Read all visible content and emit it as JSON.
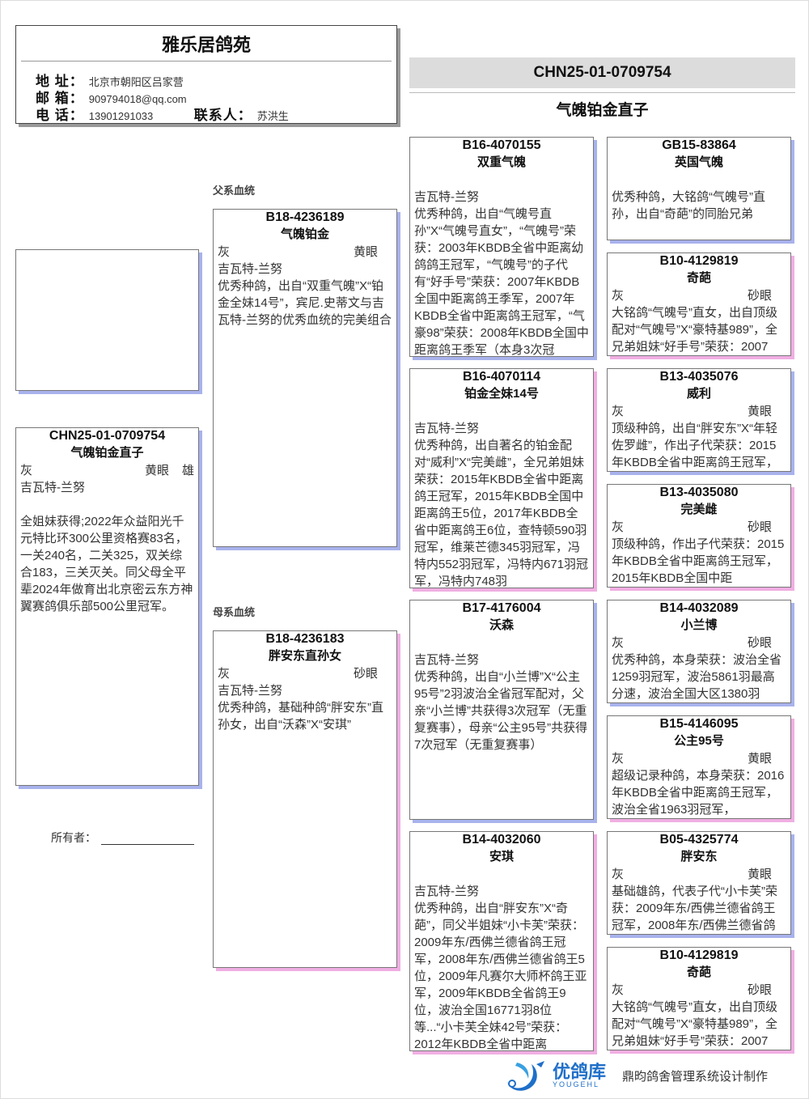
{
  "header": {
    "loft_name": "雅乐居鸽苑",
    "address_label": "地 址：",
    "address": "北京市朝阳区吕家营",
    "email_label": "邮 箱：",
    "email": "909794018@qq.com",
    "phone_label": "电 话：",
    "phone": "13901291033",
    "contact_label": "联系人：",
    "contact": "苏洪生"
  },
  "title": {
    "ring": "CHN25-01-0709754",
    "name": "气魄铂金直子"
  },
  "labels": {
    "sire_line": "父系血统",
    "dam_line": "母系血统",
    "owner": "所有者："
  },
  "subject": {
    "ring": "CHN25-01-0709754",
    "name": "气魄铂金直子",
    "color": "灰",
    "eye": "黄眼",
    "sex": "雄",
    "strain": "吉瓦特-兰努",
    "desc": "全姐妹获得;2022年众益阳光千元特比环300公里资格赛83名，一关240名，二关325，双关综合183，三关灭关。同父母全平辈2024年做育出北京密云东方神翼赛鸽俱乐部500公里冠军。",
    "gender": "male"
  },
  "sire": {
    "ring": "B18-4236189",
    "name": "气魄铂金",
    "color": "灰",
    "eye": "黄眼",
    "strain": "吉瓦特-兰努",
    "desc": "优秀种鸽，出自“双重气魄”X“铂金全妹14号”，宾尼.史蒂文与吉瓦特-兰努的优秀血统的完美组合",
    "gender": "male"
  },
  "dam": {
    "ring": "B18-4236183",
    "name": "胖安东直孙女",
    "color": "灰",
    "eye": "砂眼",
    "strain": "吉瓦特-兰努",
    "desc": "优秀种鸽，基础种鸽“胖安东”直孙女，出自“沃森”X“安琪”",
    "gender": "female"
  },
  "gen3": [
    {
      "ring": "B16-4070155",
      "name": "双重气魄",
      "strain": "吉瓦特-兰努",
      "desc": "优秀种鸽，出自“气魄号直孙”X“气魄号直女”，“气魄号”荣获：2003年KBDB全省中距离幼鸽鸽王冠军，“气魄号”的子代有“好手号”荣获：2007年KBDB全国中距离鸽王季军，2007年KBDB全省中距离鸽王冠军，“气豪98”荣获：2008年KBDB全国中距离鸽王季军（本身3次冠",
      "gender": "male"
    },
    {
      "ring": "B16-4070114",
      "name": "铂金全妹14号",
      "strain": "吉瓦特-兰努",
      "desc": "优秀种鸽，出自著名的铂金配对“威利”X“完美雌”，全兄弟姐妹荣获：2015年KBDB全省中距离鸽王冠军，2015年KBDB全国中距离鸽王5位，2017年KBDB全省中距离鸽王6位，查特顿590羽冠军，维莱芒德345羽冠军，冯特内552羽冠军，冯特内671羽冠军，冯特内748羽",
      "gender": "female"
    },
    {
      "ring": "B17-4176004",
      "name": "沃森",
      "strain": "吉瓦特-兰努",
      "desc": "优秀种鸽，出自“小兰博”X“公主95号”2羽波治全省冠军配对，父亲“小兰博”共获得3次冠军（无重复赛事），母亲“公主95号”共获得7次冠军（无重复赛事）",
      "gender": "male"
    },
    {
      "ring": "B14-4032060",
      "name": "安琪",
      "strain": "吉瓦特-兰努",
      "desc": "优秀种鸽，出自“胖安东”X“奇葩”，同父半姐妹“小卡芙”荣获：2009年东/西佛兰德省鸽王冠军，2008年东/西佛兰德省鸽王5位，2009年凡赛尔大师杯鸽王亚军，2009年KBDB全省鸽王9位，波治全国16771羽8位 等...“小卡芙全妹42号”荣获：2012年KBDB全省中距离",
      "gender": "female"
    }
  ],
  "gen4": [
    {
      "ring": "GB15-83864",
      "name": "英国气魄",
      "color": "",
      "eye": "",
      "desc": "优秀种鸽，大铭鸽“气魄号”直孙，出自“奇葩”的同胎兄弟",
      "gender": "male"
    },
    {
      "ring": "B10-4129819",
      "name": "奇葩",
      "color": "灰",
      "eye": "砂眼",
      "desc": "大铭鸽“气魄号”直女，出自顶级配对“气魄号”X“豪特基989”，全兄弟姐妹“好手号”荣获：2007",
      "gender": "female"
    },
    {
      "ring": "B13-4035076",
      "name": "威利",
      "color": "灰",
      "eye": "黄眼",
      "desc": "顶级种鸽，出自“胖安东”X“年轻佐罗雌”，作出子代荣获：2015年KBDB全省中距离鸽王冠军，",
      "gender": "male"
    },
    {
      "ring": "B13-4035080",
      "name": "完美雌",
      "color": "灰",
      "eye": "砂眼",
      "desc": "顶级种鸽，作出子代荣获：2015年KBDB全省中距离鸽王冠军，2015年KBDB全国中距",
      "gender": "female"
    },
    {
      "ring": "B14-4032089",
      "name": "小兰博",
      "color": "灰",
      "eye": "砂眼",
      "desc": "优秀种鸽，本身荣获：波治全省1259羽冠军，波治5861羽最高分速，波治全国大区1380羽",
      "gender": "male"
    },
    {
      "ring": "B15-4146095",
      "name": "公主95号",
      "color": "灰",
      "eye": "黄眼",
      "desc": "超级记录种鸽，本身荣获：2016年KBDB全省中距离鸽王冠军，波治全省1963羽冠军，",
      "gender": "female"
    },
    {
      "ring": "B05-4325774",
      "name": "胖安东",
      "color": "灰",
      "eye": "黄眼",
      "desc": "基础雄鸽，代表子代“小卡芙”荣获：2009年东/西佛兰德省鸽王冠军，2008年东/西佛兰德省鸽",
      "gender": "male"
    },
    {
      "ring": "B10-4129819",
      "name": "奇葩",
      "color": "灰",
      "eye": "砂眼",
      "desc": "大铭鸽“气魄号”直女，出自顶级配对“气魄号”X“豪特基989”，全兄弟姐妹“好手号”荣获：2007",
      "gender": "female"
    }
  ],
  "footer": {
    "brand_cn": "优鸽库",
    "brand_en": "YOUGEHL",
    "maker": "鼎昀鸽舍管理系统设计制作"
  },
  "colors": {
    "male_shadow": "#a8b2ec",
    "female_shadow": "#f0aee2",
    "brand": "#1f6fc9"
  }
}
